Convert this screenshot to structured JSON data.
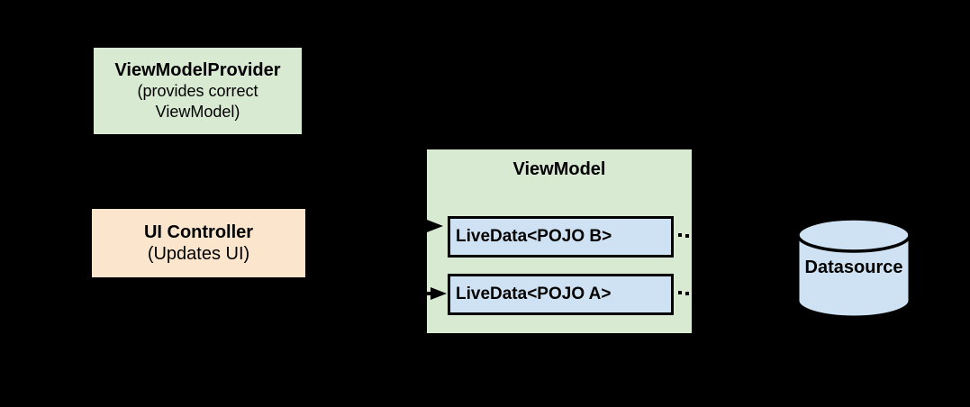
{
  "palette": {
    "background": "#000000",
    "green": "#d9ead3",
    "orange": "#fce5cd",
    "blue": "#cfe2f3",
    "stroke": "#000000"
  },
  "nodes": {
    "view_model_provider": {
      "title": "ViewModelProvider",
      "subtitle": "(provides correct ViewModel)"
    },
    "ui_controller": {
      "title": "UI Controller",
      "subtitle": "(Updates UI)"
    },
    "view_model": {
      "title": "ViewModel"
    },
    "livedata_b": {
      "label": "LiveData<POJO B>"
    },
    "livedata_a": {
      "label": "LiveData<POJO A>"
    },
    "datasource": {
      "label": "Datasource"
    }
  }
}
